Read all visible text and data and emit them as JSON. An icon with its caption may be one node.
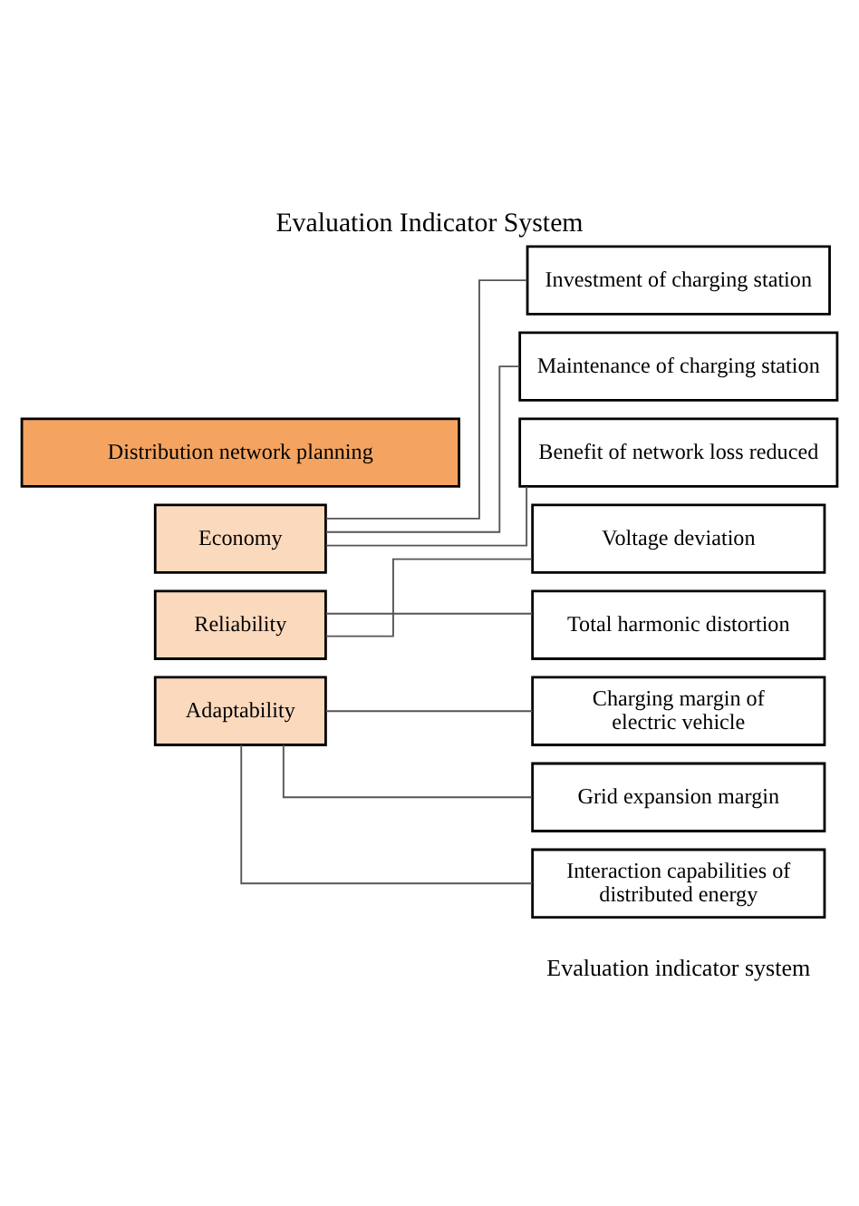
{
  "diagram": {
    "title": "Evaluation Indicator System",
    "nodes": [
      {
        "text": [
          "Distribution network planning"
        ]
      },
      {
        "text": [
          "Economy"
        ]
      },
      {
        "text": [
          "Investment of charging station"
        ]
      },
      {
        "text": [
          "Maintenance of charging station"
        ]
      },
      {
        "text": [
          "Benefit of network loss reduced"
        ]
      },
      {
        "text": [
          "Reliability"
        ]
      },
      {
        "text": [
          "Voltage deviation"
        ]
      },
      {
        "text": [
          "Total harmonic distortion"
        ]
      },
      {
        "text": [
          "Adaptability"
        ]
      },
      {
        "text": [
          "Charging margin of electric vehicle"
        ]
      },
      {
        "text": [
          "Grid expansion margin"
        ]
      },
      {
        "text": [
          "Interaction capabilities of distributed energy"
        ]
      }
    ],
    "edges": [
      {
        "from": 1,
        "to": 2,
        "arrow": "none"
      },
      {
        "from": 1,
        "to": 3,
        "arrow": "none"
      },
      {
        "from": 1,
        "to": 4,
        "arrow": "none"
      },
      {
        "from": 5,
        "to": 6,
        "arrow": "none"
      },
      {
        "from": 5,
        "to": 7,
        "arrow": "none"
      },
      {
        "from": 8,
        "to": 9,
        "arrow": "none"
      },
      {
        "from": 8,
        "to": 10,
        "arrow": "none"
      },
      {
        "from": 8,
        "to": 11,
        "arrow": "none"
      }
    ],
    "labels": [
      "Evaluation indicator system"
    ]
  }
}
